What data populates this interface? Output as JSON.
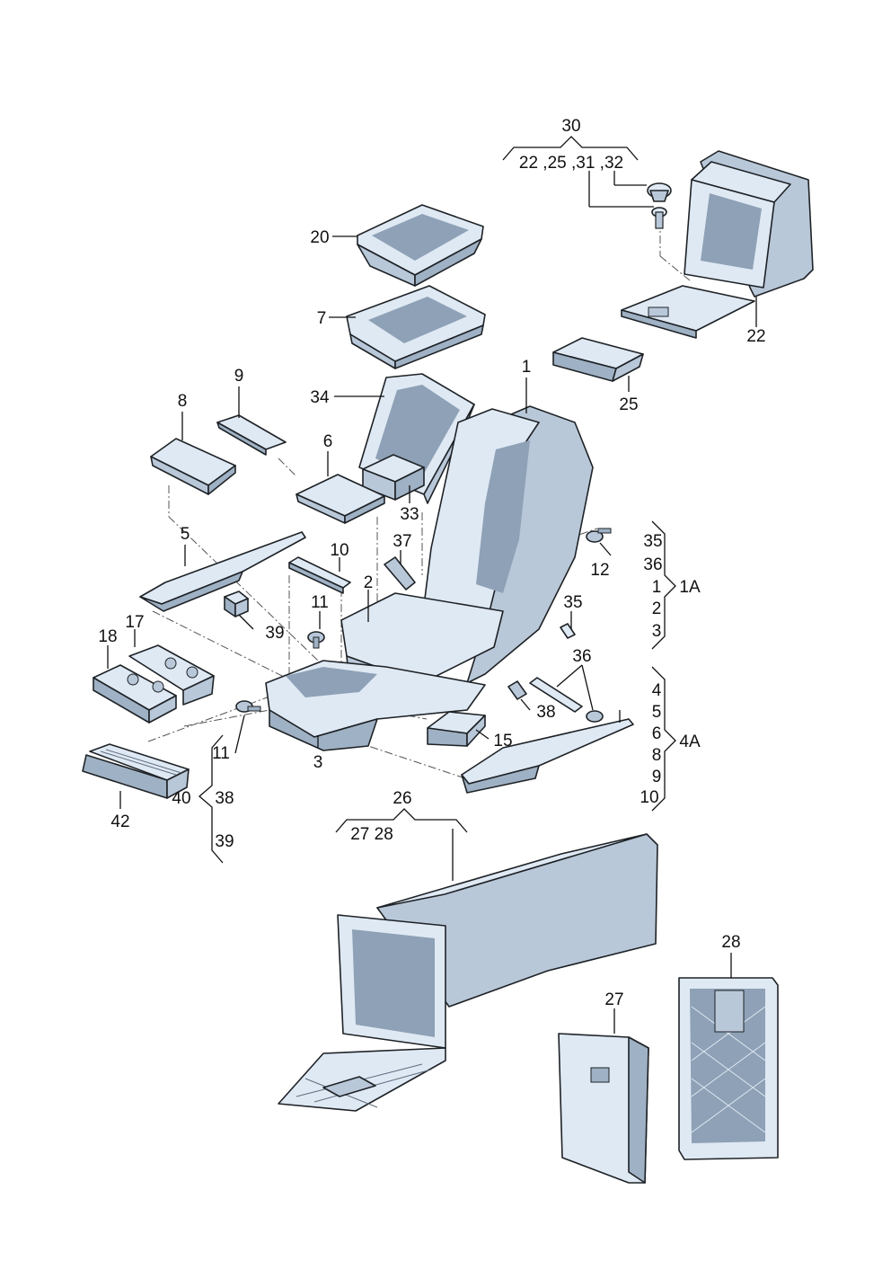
{
  "colors": {
    "part_fill": "#dfe9f4",
    "part_shade": "#b9c8d9",
    "part_dark": "#5d6c7d",
    "outline": "#1e2226",
    "label_text": "#111111"
  },
  "labels": {
    "l1": "1",
    "l2": "2",
    "l3": "3",
    "l5": "5",
    "l6": "6",
    "l7": "7",
    "l8": "8",
    "l9": "9",
    "l10": "10",
    "l11a": "11",
    "l11b": "11",
    "l12": "12",
    "l15": "15",
    "l17": "17",
    "l18": "18",
    "l20": "20",
    "l22": "22",
    "l25": "25",
    "l26": "26",
    "l27": "27",
    "l28": "28",
    "l30": "30",
    "l33": "33",
    "l34": "34",
    "l35": "35",
    "l36": "36",
    "l37": "37",
    "l38": "38",
    "l39": "39",
    "l42": "42"
  },
  "group_30": {
    "header": "30",
    "items": "22 ,25 ,31 ,32"
  },
  "group_26": {
    "header": "26",
    "items": "27 28"
  },
  "group_1A": {
    "code": "1A",
    "items": [
      "35",
      "36",
      "1",
      "2",
      "3"
    ]
  },
  "group_4A": {
    "code": "4A",
    "items": [
      "4",
      "5",
      "6",
      "8",
      "9",
      "10"
    ]
  },
  "group_40": {
    "code": "40",
    "items": [
      "11",
      "38",
      "39"
    ]
  }
}
